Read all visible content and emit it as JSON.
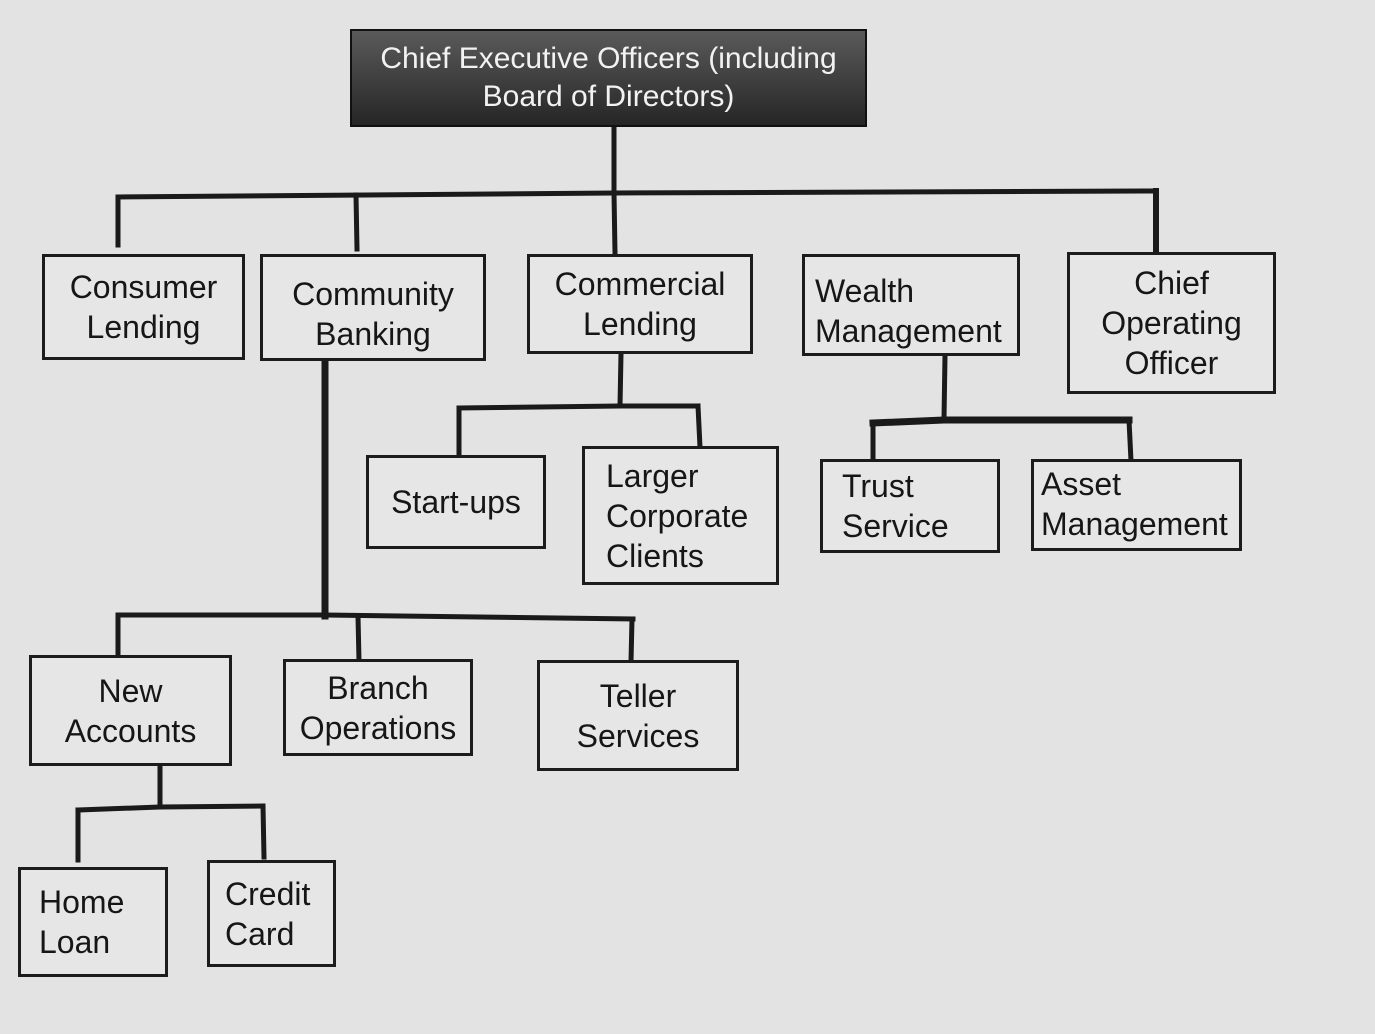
{
  "org_chart": {
    "root": {
      "lines": [
        "Chief Executive Officers (including",
        "Board of Directors)"
      ]
    },
    "consumer_lending": {
      "lines": [
        "Consumer",
        "Lending"
      ]
    },
    "community_banking": {
      "lines": [
        "Community",
        "Banking"
      ]
    },
    "commercial_lending": {
      "lines": [
        "Commercial",
        "Lending"
      ]
    },
    "wealth_management": {
      "lines": [
        "Wealth",
        "Management"
      ]
    },
    "chief_operating_officer": {
      "lines": [
        "Chief",
        "Operating",
        "Officer"
      ]
    },
    "start_ups": {
      "lines": [
        "Start-ups"
      ]
    },
    "larger_corporate_clients": {
      "lines": [
        "Larger",
        "Corporate",
        "Clients"
      ]
    },
    "trust_service": {
      "lines": [
        "Trust",
        "Service"
      ]
    },
    "asset_management": {
      "lines": [
        "Asset",
        "Management"
      ]
    },
    "new_accounts": {
      "lines": [
        "New",
        "Accounts"
      ]
    },
    "branch_operations": {
      "lines": [
        "Branch",
        "Operations"
      ]
    },
    "teller_services": {
      "lines": [
        "Teller",
        "Services"
      ]
    },
    "home_loan": {
      "lines": [
        "Home",
        "Loan"
      ]
    },
    "credit_card": {
      "lines": [
        "Credit",
        "Card"
      ]
    }
  }
}
